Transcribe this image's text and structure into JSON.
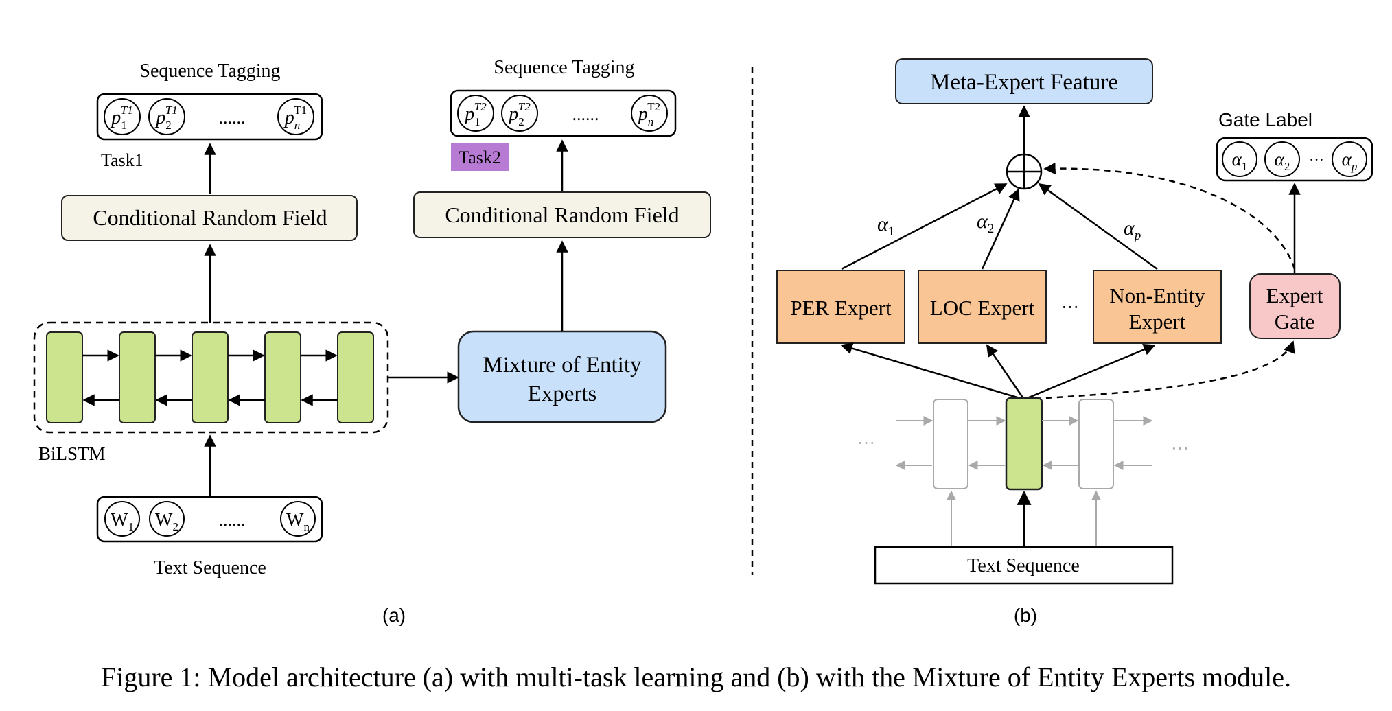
{
  "panel_a": {
    "task1": {
      "heading": "Sequence Tagging",
      "tags": [
        {
          "base": "p",
          "sub": "1",
          "sup": "T1"
        },
        {
          "base": "p",
          "sub": "2",
          "sup": "T1"
        },
        {
          "base": "p",
          "sub": "n",
          "sup": "T1"
        }
      ],
      "ellipsis": "......",
      "label": "Task1",
      "crf": "Conditional Random Field"
    },
    "task2": {
      "heading": "Sequence Tagging",
      "tags": [
        {
          "base": "p",
          "sub": "1",
          "sup": "T2"
        },
        {
          "base": "p",
          "sub": "2",
          "sup": "T2"
        },
        {
          "base": "p",
          "sub": "n",
          "sup": "T2"
        }
      ],
      "ellipsis": "......",
      "label": "Task2",
      "label_color": "#b87bd4",
      "crf": "Conditional Random Field"
    },
    "bilstm_label": "BiLSTM",
    "moee": [
      "Mixture of Entity",
      "Experts"
    ],
    "input": {
      "words": [
        {
          "base": "W",
          "sub": "1"
        },
        {
          "base": "W",
          "sub": "2"
        },
        {
          "base": "W",
          "sub": "n"
        }
      ],
      "ellipsis": "......",
      "label": "Text Sequence"
    },
    "caption": "(a)"
  },
  "panel_b": {
    "meta_feature": "Meta-Expert Feature",
    "gate_label_title": "Gate Label",
    "gate_alphas": [
      {
        "base": "α",
        "sub": "1"
      },
      {
        "base": "α",
        "sub": "2"
      },
      {
        "base": "α",
        "sub": "p"
      }
    ],
    "gate_ellipsis": "···",
    "edge_alphas": [
      {
        "base": "α",
        "sub": "1"
      },
      {
        "base": "α",
        "sub": "2"
      },
      {
        "base": "α",
        "sub": "p"
      }
    ],
    "experts": {
      "per": "PER Expert",
      "loc": "LOC Expert",
      "dots": "···",
      "non_entity": [
        "Non-Entity",
        "Expert"
      ]
    },
    "gate": [
      "Expert",
      "Gate"
    ],
    "lstm_dots": "···",
    "input_label": "Text Sequence",
    "caption": "(b)"
  },
  "figure_caption": "Figure 1: Model architecture (a) with multi-task learning and (b) with the Mixture of Entity Experts module.",
  "colors": {
    "crf_fill": "#f5f3e8",
    "lstm_fill": "#cde48f",
    "moee_fill": "#c9e0fb",
    "expert_fill": "#f9c594",
    "gate_fill": "#f8c8c8",
    "meta_fill": "#c9e0fb",
    "faded": "#a9a9a9"
  }
}
